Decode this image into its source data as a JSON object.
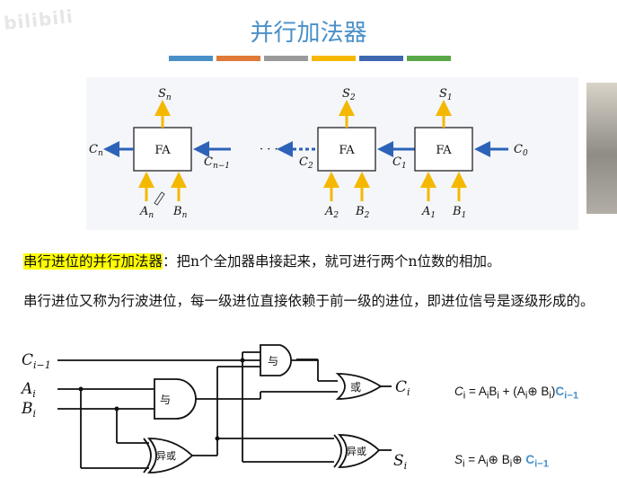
{
  "watermark": "bilibili",
  "title": "并行加法器",
  "title_bar_colors": [
    "#4a90c8",
    "#e07a36",
    "#9a9a9a",
    "#f5b800",
    "#3f67b0",
    "#5aa84a"
  ],
  "adder": {
    "blocks": [
      {
        "label": "FA",
        "sum": "S",
        "sum_sub": "n",
        "carry_out": "C",
        "carry_out_sub": "n",
        "carry_in": "C",
        "carry_in_sub": "n−1",
        "a": "A",
        "a_sub": "n",
        "b": "B",
        "b_sub": "n"
      },
      {
        "label": "FA",
        "sum": "S",
        "sum_sub": "2",
        "carry_out": "C",
        "carry_out_sub": "2",
        "a": "A",
        "a_sub": "2",
        "b": "B",
        "b_sub": "2"
      },
      {
        "label": "FA",
        "sum": "S",
        "sum_sub": "1",
        "carry_out": "C",
        "carry_out_sub": "1",
        "carry_in": "C",
        "carry_in_sub": "0",
        "a": "A",
        "a_sub": "1",
        "b": "B",
        "b_sub": "1"
      }
    ],
    "ellipsis": "· · ·"
  },
  "text": {
    "highlight": "串行进位的并行加法器",
    "line1_rest": "：把n个全加器串接起来，就可进行两个n位数的相加。",
    "line2": "串行进位又称为行波进位，每一级进位直接依赖于前一级的进位，即进位信号是逐级形成的。"
  },
  "circuit": {
    "inputs": {
      "cin": "C",
      "cin_sub": "i−1",
      "a": "A",
      "a_sub": "i",
      "b": "B",
      "b_sub": "i"
    },
    "gates": {
      "and1": "与",
      "and2": "与",
      "or": "或",
      "xor1": "异或",
      "xor2": "异或"
    },
    "outputs": {
      "c": "C",
      "c_sub": "i",
      "s": "S",
      "s_sub": "i"
    },
    "eq_c": {
      "lhs": "C",
      "lhs_sub": "i",
      "t1": " = A",
      "t1s": "i",
      "t2": "B",
      "t2s": "i",
      "t3": " + (A",
      "t3s": "i",
      "t4": "⊕ B",
      "t4s": "i",
      "t5": ")",
      "tail": "C",
      "tail_sub": "i−1"
    },
    "eq_s": {
      "lhs": "S",
      "lhs_sub": "i",
      "t1": " = A",
      "t1s": "i",
      "t2": "⊕ B",
      "t2s": "i",
      "t3": "⊕ ",
      "tail": "C",
      "tail_sub": "i−1"
    }
  },
  "colors": {
    "title": "#4a90c8",
    "arrow_blue": "#2c63b8",
    "arrow_orange": "#f5b800",
    "highlight": "#ffff00"
  }
}
